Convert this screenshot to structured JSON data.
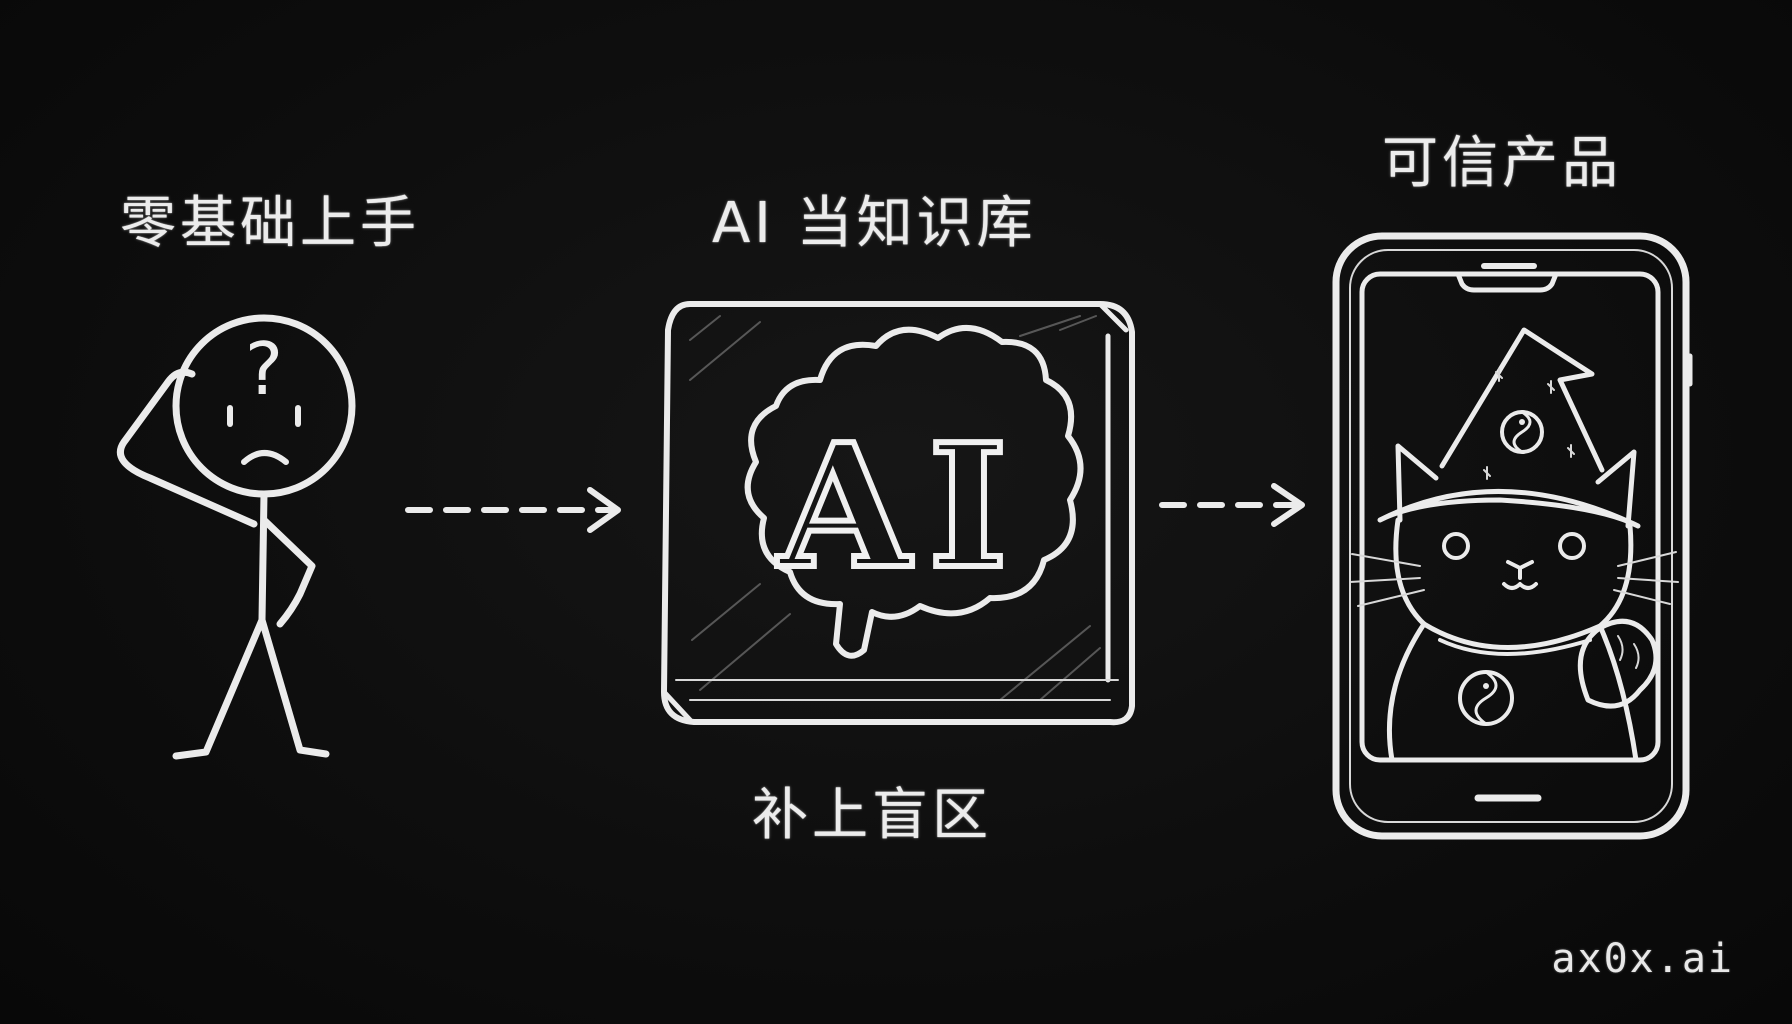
{
  "diagram": {
    "steps": [
      {
        "label": "零基础上手",
        "icon": "confused-stick-figure"
      },
      {
        "label": "AI 当知识库",
        "sublabel": "补上盲区",
        "icon": "ai-brain-box",
        "badge_text": "AI"
      },
      {
        "label": "可信产品",
        "icon": "phone-wizard-cat"
      }
    ],
    "face_symbol": "?",
    "watermark": "ax0x.ai"
  },
  "colors": {
    "background": "#0d0d0d",
    "chalk": "#ebebeb"
  }
}
